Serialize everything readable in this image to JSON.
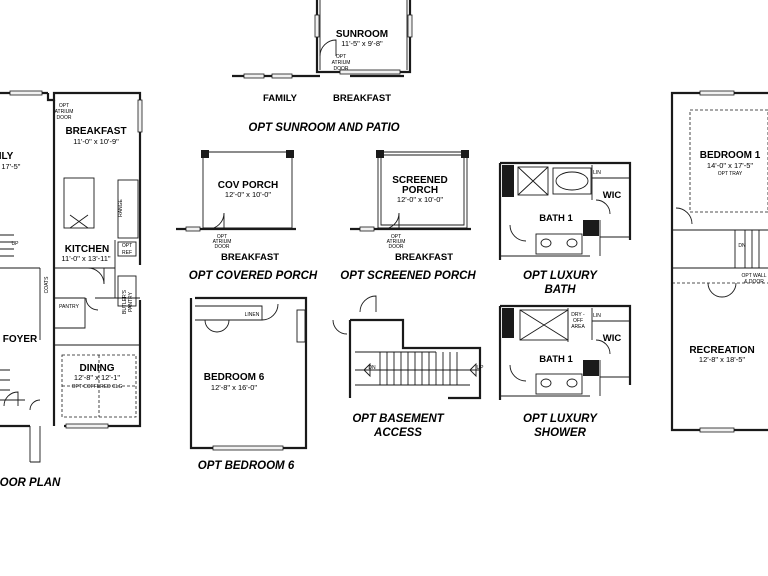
{
  "main_plan": {
    "family_partial": "ILY",
    "family_dim_partial": "x 17'-5\"",
    "breakfast": "BREAKFAST",
    "breakfast_dim": "11'-0\" x 10'-9\"",
    "opt_atrium_door": [
      "OPT",
      "ATRIUM",
      "DOOR"
    ],
    "kitchen": "KITCHEN",
    "kitchen_dim": "11'-0\" x 13'-11\"",
    "range": "RANGE",
    "opt_ref": [
      "OPT",
      "REF"
    ],
    "foyer": "FOYER",
    "dining": "DINING",
    "dining_dim": "12'-8\" x 12'-1\"",
    "dining_note": "OPT COFFERED CLG",
    "pantry": "PANTRY",
    "butlers_pantry": [
      "BUTLER'S",
      "PANTRY"
    ],
    "coats": "COATS",
    "up": "UP",
    "caption_partial": "OOR PLAN"
  },
  "sunroom": {
    "title": "SUNROOM",
    "dim": "11'-5\" x 9'-8\"",
    "opt_atrium_door": [
      "OPT",
      "ATRIUM",
      "DOOR"
    ],
    "family": "FAMILY",
    "breakfast": "BREAKFAST",
    "caption": "OPT SUNROOM AND PATIO"
  },
  "cov_porch": {
    "title": "COV PORCH",
    "dim": "12'-0\" x 10'-0\"",
    "opt_atrium_door": [
      "OPT",
      "ATRIUM",
      "DOOR"
    ],
    "breakfast": "BREAKFAST",
    "caption": "OPT COVERED PORCH"
  },
  "screened_porch": {
    "title": [
      "SCREENED",
      "PORCH"
    ],
    "dim": "12'-0\" x 10'-0\"",
    "opt_atrium_door": [
      "OPT",
      "ATRIUM",
      "DOOR"
    ],
    "breakfast": "BREAKFAST",
    "caption": "OPT SCREENED PORCH"
  },
  "luxury_bath": {
    "lin": "LIN",
    "wic": "WIC",
    "bath": "BATH 1",
    "caption": [
      "OPT LUXURY",
      "BATH"
    ]
  },
  "bedroom6": {
    "linen": "LINEN",
    "title": "BEDROOM 6",
    "dim": "12'-8\" x 16'-0\"",
    "caption": "OPT BEDROOM 6"
  },
  "basement": {
    "dn": "DN",
    "up": "UP",
    "caption": [
      "OPT BASEMENT",
      "ACCESS"
    ]
  },
  "luxury_shower": {
    "lin": "LIN",
    "dry_off": [
      "DRY -",
      "OFF",
      "AREA"
    ],
    "wic": "WIC",
    "bath": "BATH 1",
    "caption": [
      "OPT LUXURY",
      "SHOWER"
    ]
  },
  "right_plan": {
    "bedroom1": "BEDROOM 1",
    "bedroom1_dim": "14'-0\" x 17'-5\"",
    "opt_tray": "OPT TRAY",
    "dn": "DN",
    "opt_wall_door": [
      "OPT WALL",
      "& DOOR"
    ],
    "recreation": "RECREATION",
    "recreation_dim": "12'-8\" x 18'-5\""
  }
}
